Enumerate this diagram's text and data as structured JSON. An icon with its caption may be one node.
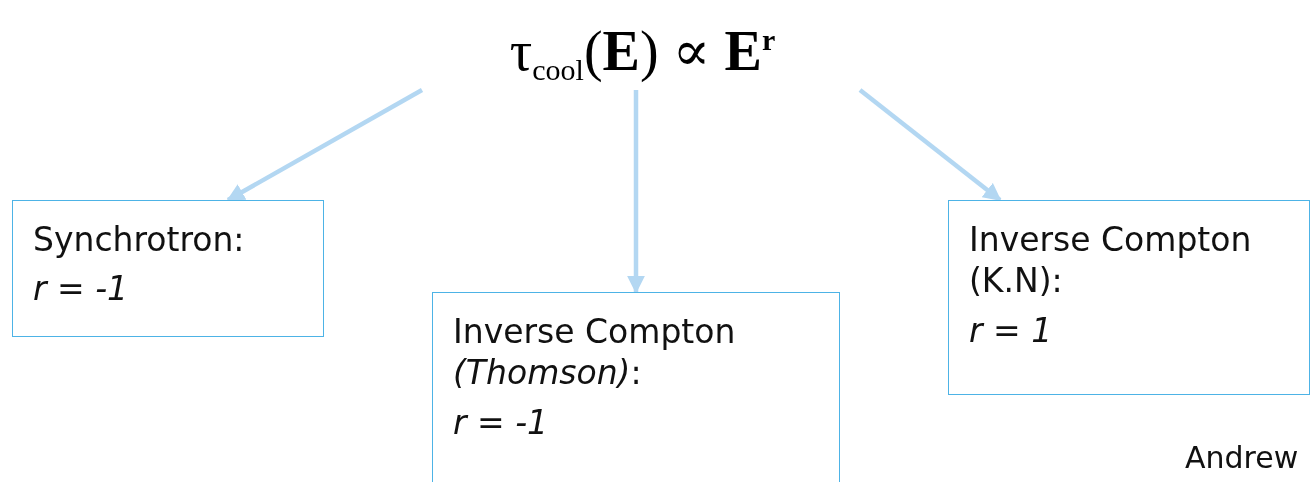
{
  "diagram": {
    "nodes": [
      {
        "text": [
          "τ$_{cool}$(**E**) ∝ **E**$^{r}$"
        ]
      },
      {
        "text": [
          "Synchrotron:",
          "r = -1"
        ]
      },
      {
        "text": [
          "Inverse Compton *(Thomson)*:",
          "r = -1"
        ]
      },
      {
        "text": [
          "Inverse Compton (K.N):",
          "r = 1"
        ]
      }
    ],
    "edges": [
      {
        "from": 0,
        "to": 1,
        "arrow": "to"
      },
      {
        "from": 0,
        "to": 2,
        "arrow": "to"
      },
      {
        "from": 0,
        "to": 3,
        "arrow": "to"
      }
    ],
    "labels": [
      "Andrew"
    ]
  }
}
